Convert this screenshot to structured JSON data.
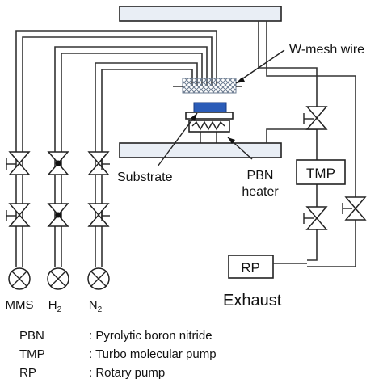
{
  "labels": {
    "w_mesh": "W-mesh wire",
    "substrate": "Substrate",
    "pbn_heater_line1": "PBN",
    "pbn_heater_line2": "heater",
    "tmp": "TMP",
    "rp": "RP",
    "exhaust": "Exhaust",
    "mms": "MMS",
    "h2_base": "H",
    "h2_sub": "2",
    "n2_base": "N",
    "n2_sub": "2"
  },
  "legend": [
    {
      "abbr": "PBN",
      "desc": ": Pyrolytic boron nitride"
    },
    {
      "abbr": "TMP",
      "desc": ": Turbo molecular pump"
    },
    {
      "abbr": "RP",
      "desc": ": Rotary pump"
    }
  ],
  "colors": {
    "substrate": "#2b5cb8",
    "mesh": "#7a8a9e"
  }
}
